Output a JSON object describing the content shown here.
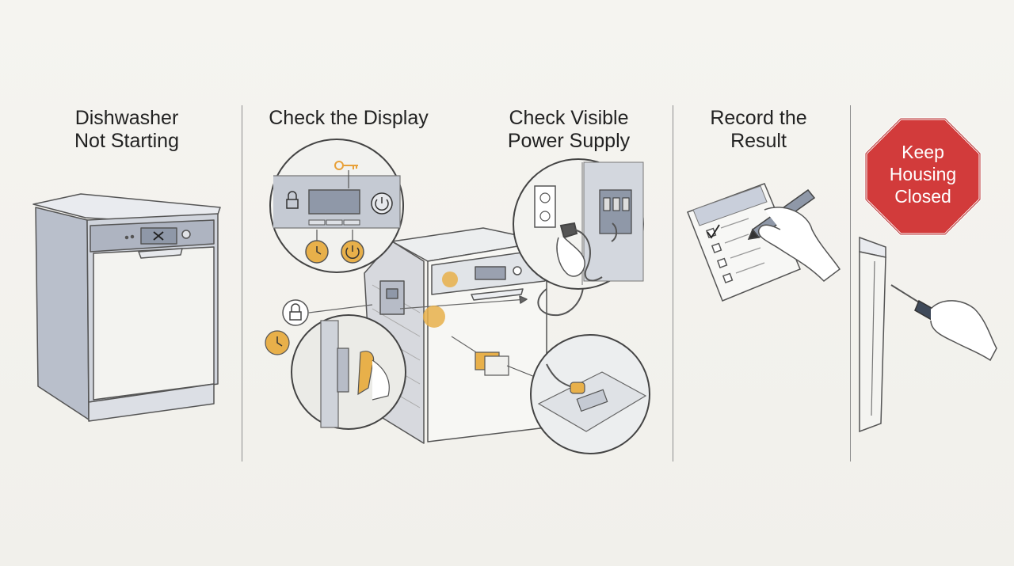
{
  "panels": [
    {
      "title_lines": [
        "Dishwasher",
        "Not Starting"
      ]
    },
    {
      "title_lines": [
        "Check the Display"
      ]
    },
    {
      "title_lines": [
        "Check Visible",
        "Power Supply"
      ]
    },
    {
      "title_lines": [
        "Record the",
        "Result"
      ]
    }
  ],
  "stop_sign": {
    "lines": [
      "Keep",
      "Housing",
      "Closed"
    ]
  },
  "colors": {
    "background": "#f4f3ef",
    "appliance": "#c9cdd6",
    "appliance_dark": "#9aa1b0",
    "accent": "#e8b04a",
    "stop_red": "#d23b3b",
    "ink": "#3a3a3a"
  },
  "icons": [
    "lock-icon",
    "key-icon",
    "power-icon",
    "timer-icon",
    "outlet-icon",
    "plug-icon",
    "screwdriver-icon",
    "pen-icon",
    "checklist-icon"
  ]
}
